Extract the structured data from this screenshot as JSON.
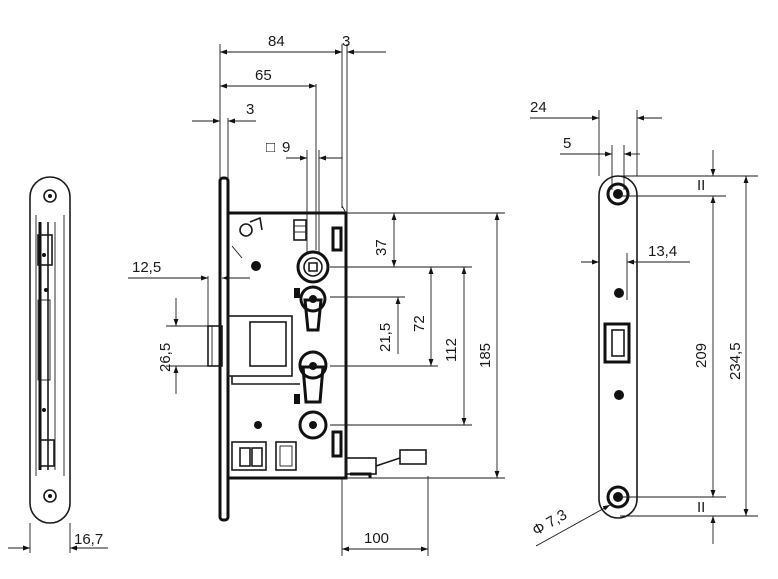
{
  "dimensions": {
    "d84": "84",
    "d3_top": "3",
    "d65": "65",
    "d3_left": "3",
    "d9": "9",
    "d12_5": "12,5",
    "d26_5": "26,5",
    "d37": "37",
    "d21_5": "21,5",
    "d72": "72",
    "d112": "112",
    "d185": "185",
    "d100": "100",
    "d16_7": "16,7",
    "d24": "24",
    "d5": "5",
    "d13_4": "13,4",
    "d209": "209",
    "d234_5": "234,5",
    "d7_3": "7,3",
    "sym_square": "□",
    "sym_diameter": "Φ",
    "sym_parallel": "II"
  }
}
